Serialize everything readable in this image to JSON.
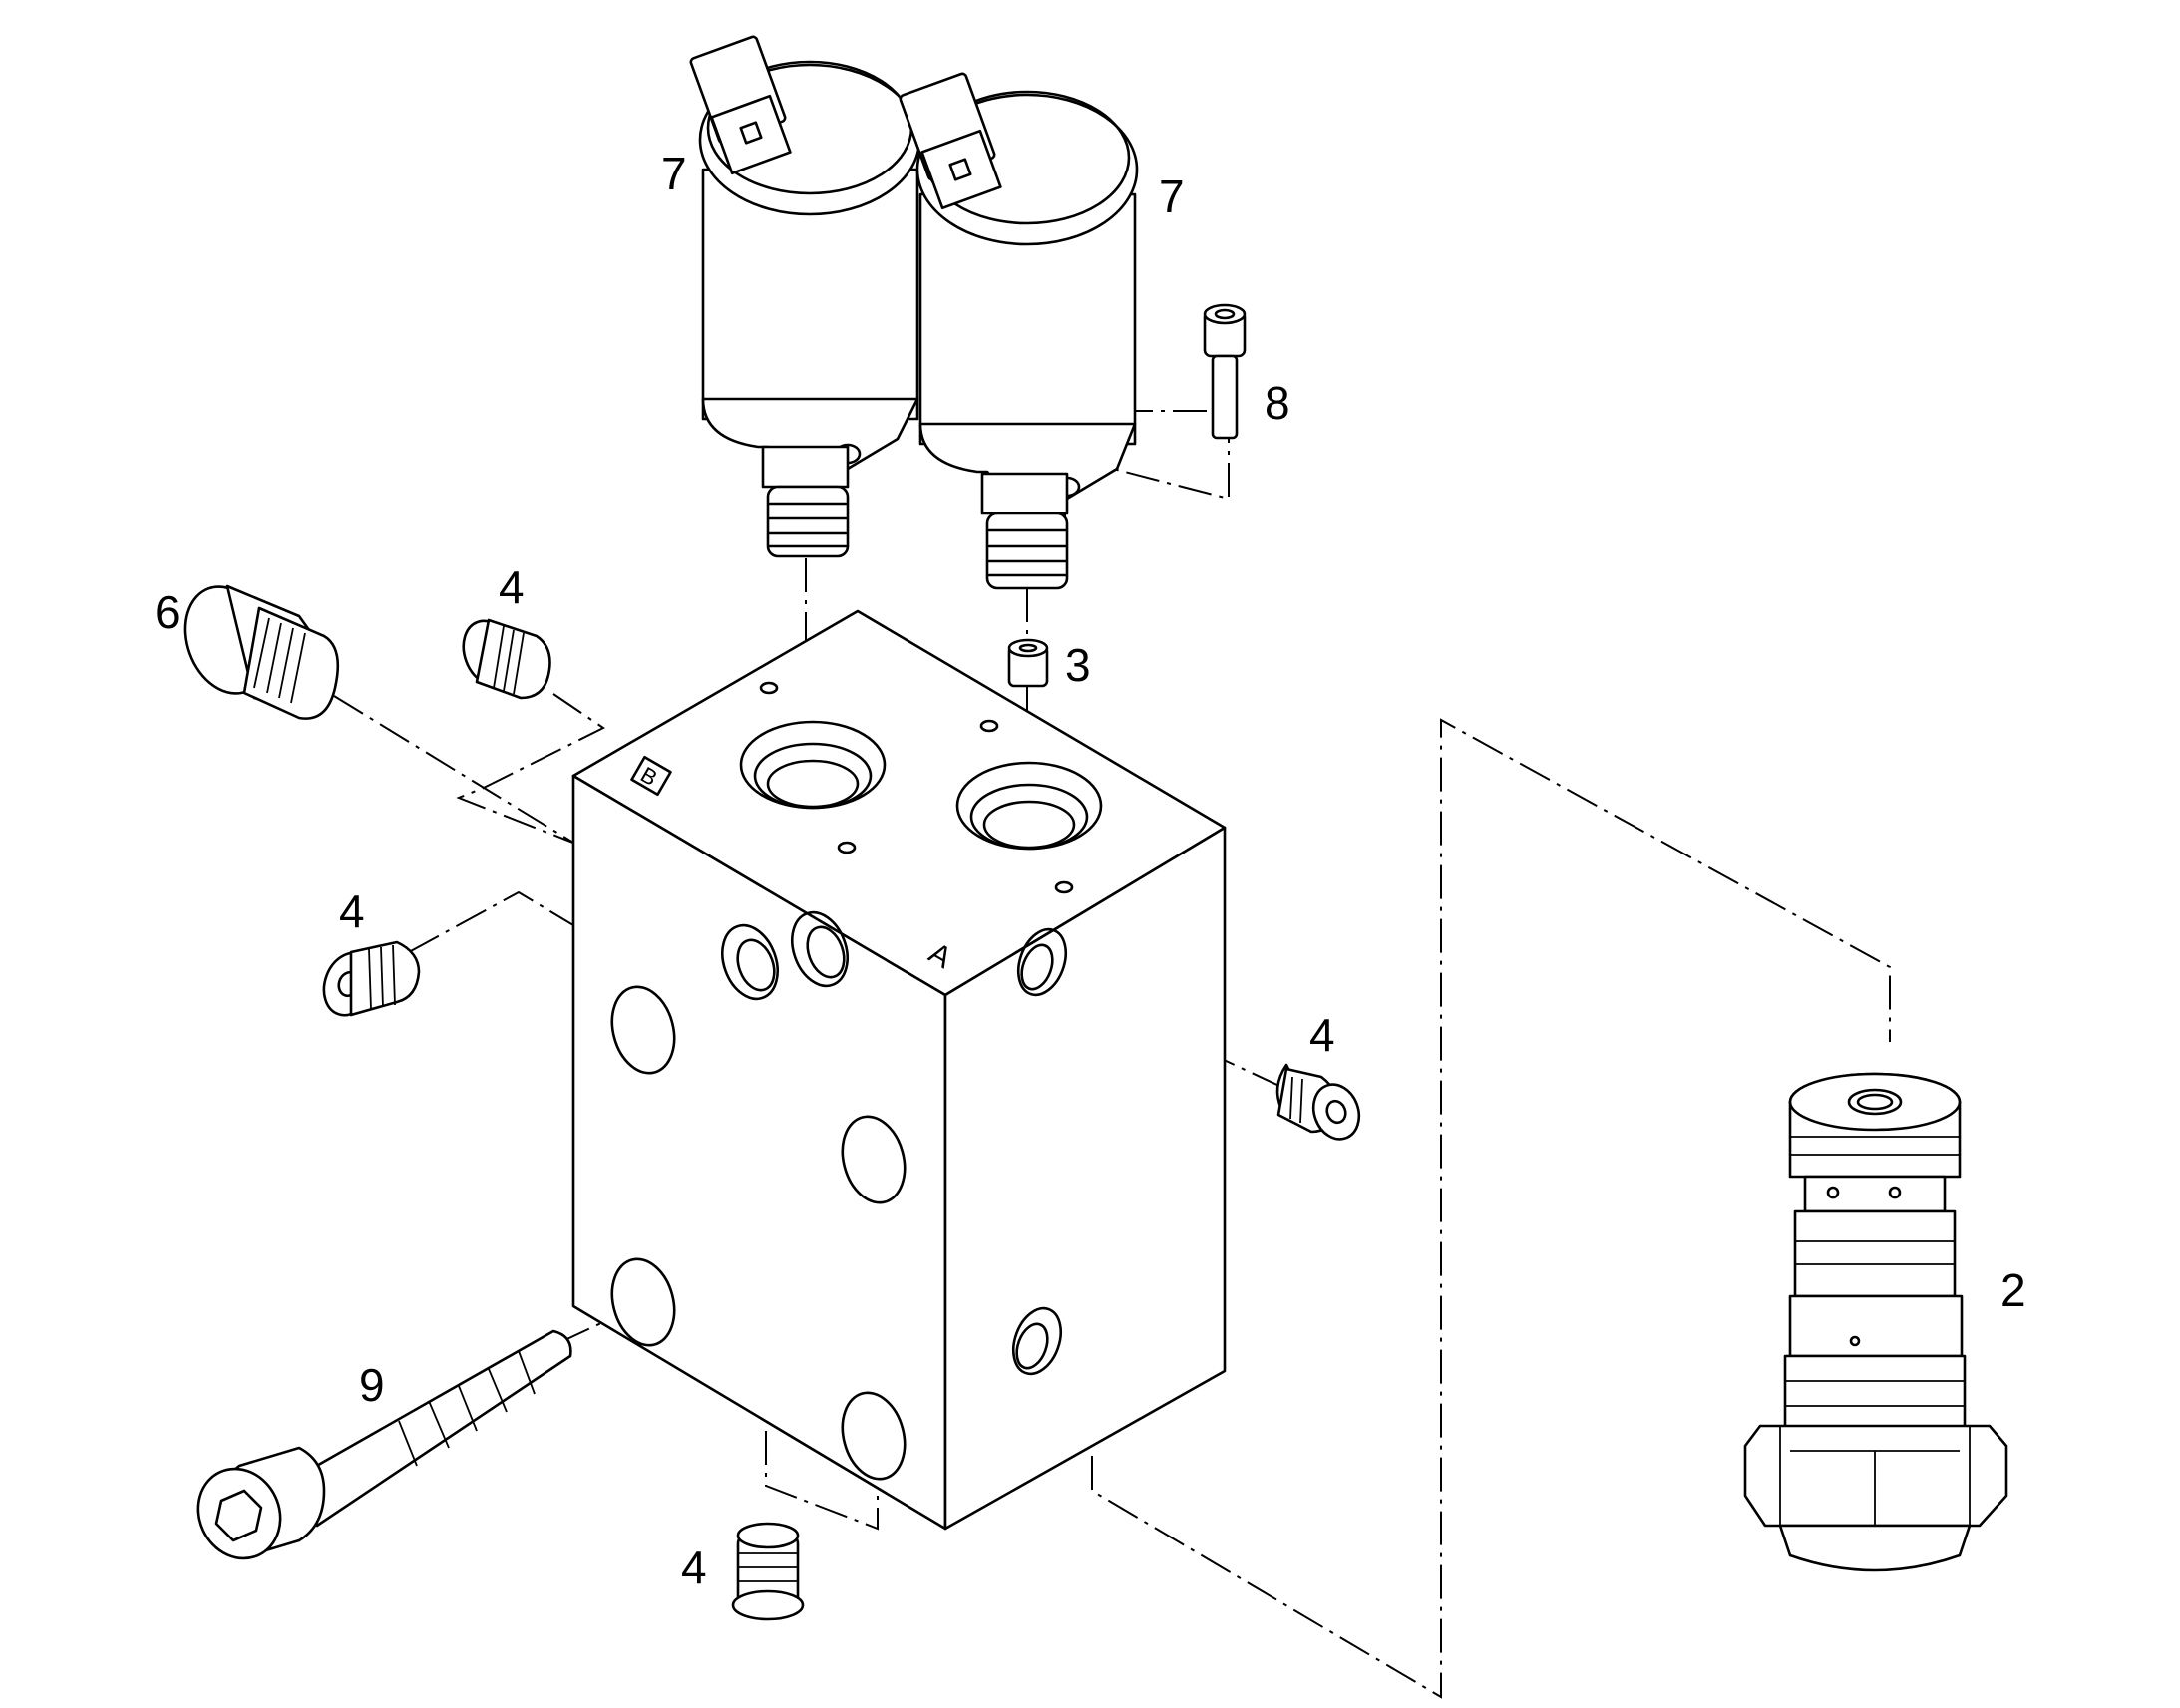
{
  "diagram": {
    "callouts": {
      "solenoid_left": "7",
      "solenoid_right": "7",
      "screw_small": "8",
      "plug_large": "6",
      "plug_upper": "4",
      "plug_left": "4",
      "plug_right": "4",
      "plug_bottom": "4",
      "set_screw": "3",
      "cartridge_valve": "2",
      "long_bolt": "9"
    },
    "block_marks": {
      "port_a": "A",
      "port_b": "B"
    }
  }
}
